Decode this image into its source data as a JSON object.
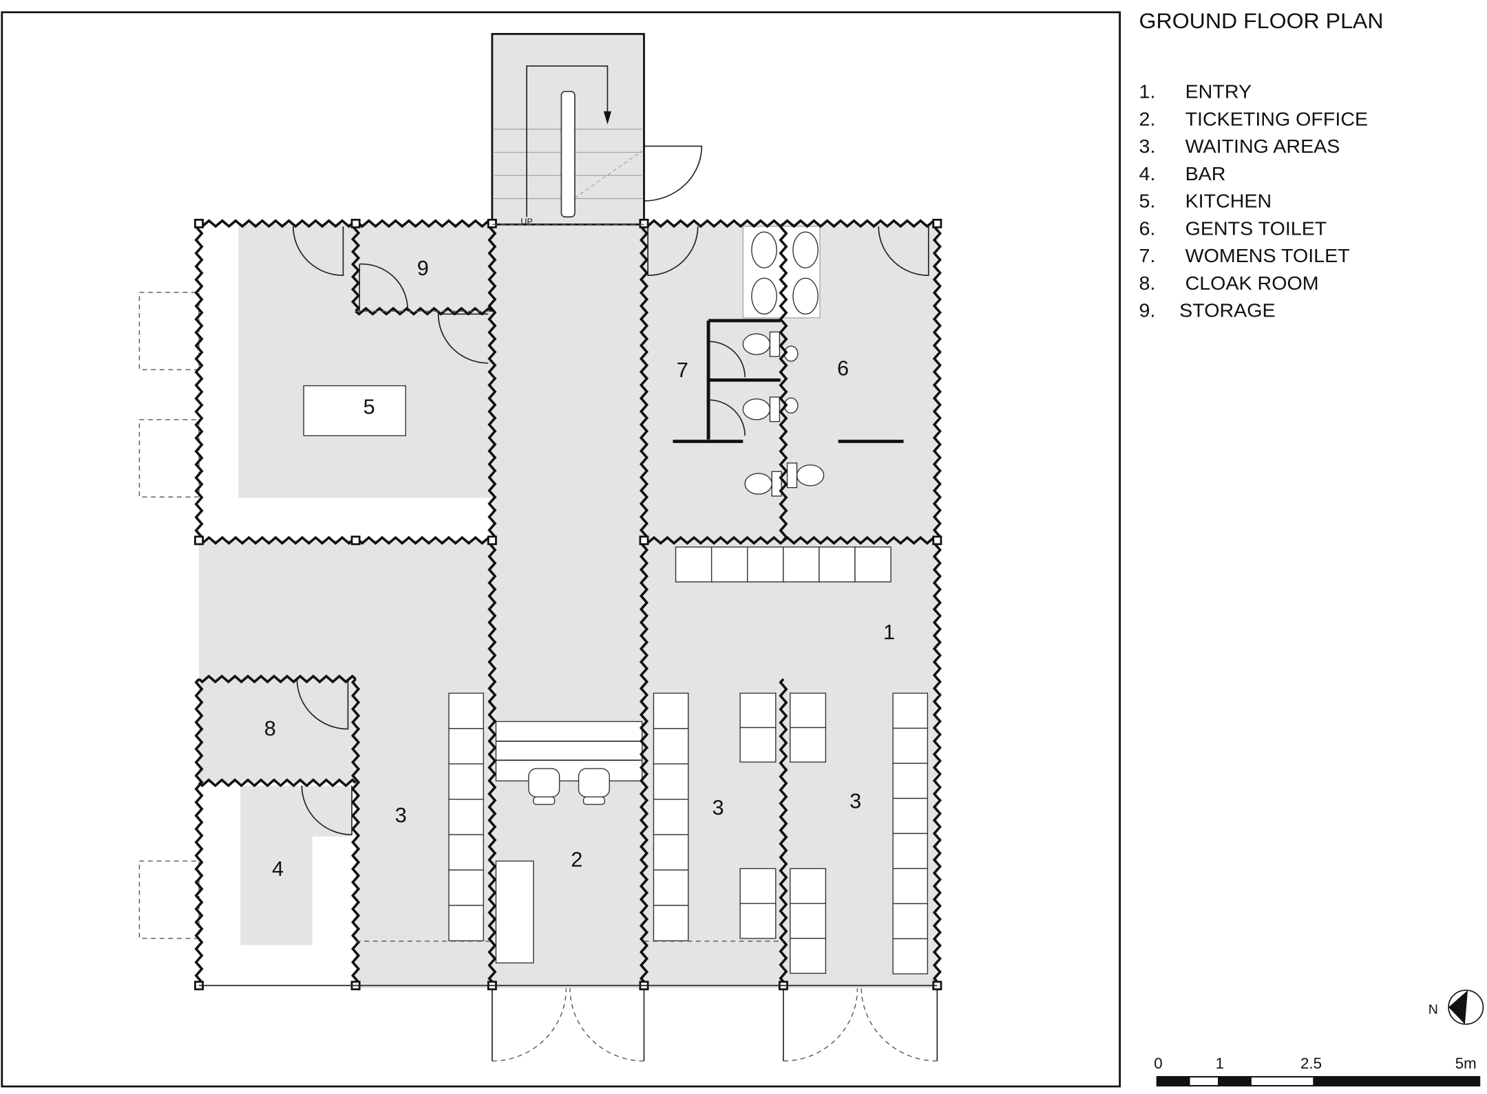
{
  "plan": {
    "title": "GROUND FLOOR PLAN",
    "legend": [
      {
        "num": "1.",
        "label": "ENTRY"
      },
      {
        "num": "2.",
        "label": "TICKETING OFFICE"
      },
      {
        "num": "3.",
        "label": "WAITING AREAS"
      },
      {
        "num": "4.",
        "label": "BAR"
      },
      {
        "num": "5.",
        "label": "KITCHEN"
      },
      {
        "num": "6.",
        "label": "GENTS TOILET"
      },
      {
        "num": "7.",
        "label": "WOMENS TOILET"
      },
      {
        "num": "8.",
        "label": "CLOAK ROOM"
      },
      {
        "num": "9.",
        "label": "STORAGE"
      }
    ],
    "room_labels": {
      "entry": "1",
      "ticketing": "2",
      "waiting_a": "3",
      "waiting_b": "3",
      "waiting_c": "3",
      "bar": "4",
      "kitchen": "5",
      "gents": "6",
      "womens": "7",
      "cloak": "8",
      "storage": "9"
    },
    "stair_label": "UP",
    "north_label": "N",
    "scale_bar": {
      "labels": [
        "0",
        "1",
        "2.5",
        "5m"
      ],
      "unit": "m"
    },
    "colors": {
      "floor": "#e4e4e4",
      "wall": "#111111"
    }
  }
}
